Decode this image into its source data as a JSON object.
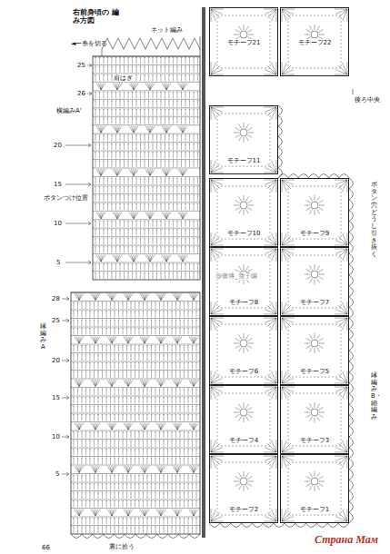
{
  "diagram": {
    "title": "右前身頃の 編み方図",
    "nodes": [
      {
        "text": [
          "モチーフ21"
        ]
      },
      {
        "text": [
          "モチーフ22"
        ]
      },
      {
        "text": [
          "モチーフ11"
        ]
      },
      {
        "text": [
          "モチーフ10"
        ]
      },
      {
        "text": [
          "モチーフ9"
        ]
      },
      {
        "text": [
          "モチーフ8"
        ]
      },
      {
        "text": [
          "モチーフ7"
        ]
      },
      {
        "text": [
          "モチーフ6"
        ]
      },
      {
        "text": [
          "モチーフ5"
        ]
      },
      {
        "text": [
          "モチーフ4"
        ]
      },
      {
        "text": [
          "モチーフ3"
        ]
      },
      {
        "text": [
          "モチーフ2"
        ]
      },
      {
        "text": [
          "モチーフ1"
        ]
      }
    ],
    "labels": [
      "◄ー糸を切る",
      "ネット編み",
      "肩はぎ",
      "25",
      "26",
      "20",
      "15",
      "10",
      "5",
      "横編みA'",
      "ボタンつけ位置",
      "28",
      "25",
      "20",
      "15",
      "10",
      "5",
      "縁編みA",
      "後ろ中央",
      "ボタン穴どうし引き抜く",
      "縁編みB・細編み",
      "裏に拾う",
      "66",
      "@微博_蒲子编",
      "Страна Мам"
    ]
  }
}
